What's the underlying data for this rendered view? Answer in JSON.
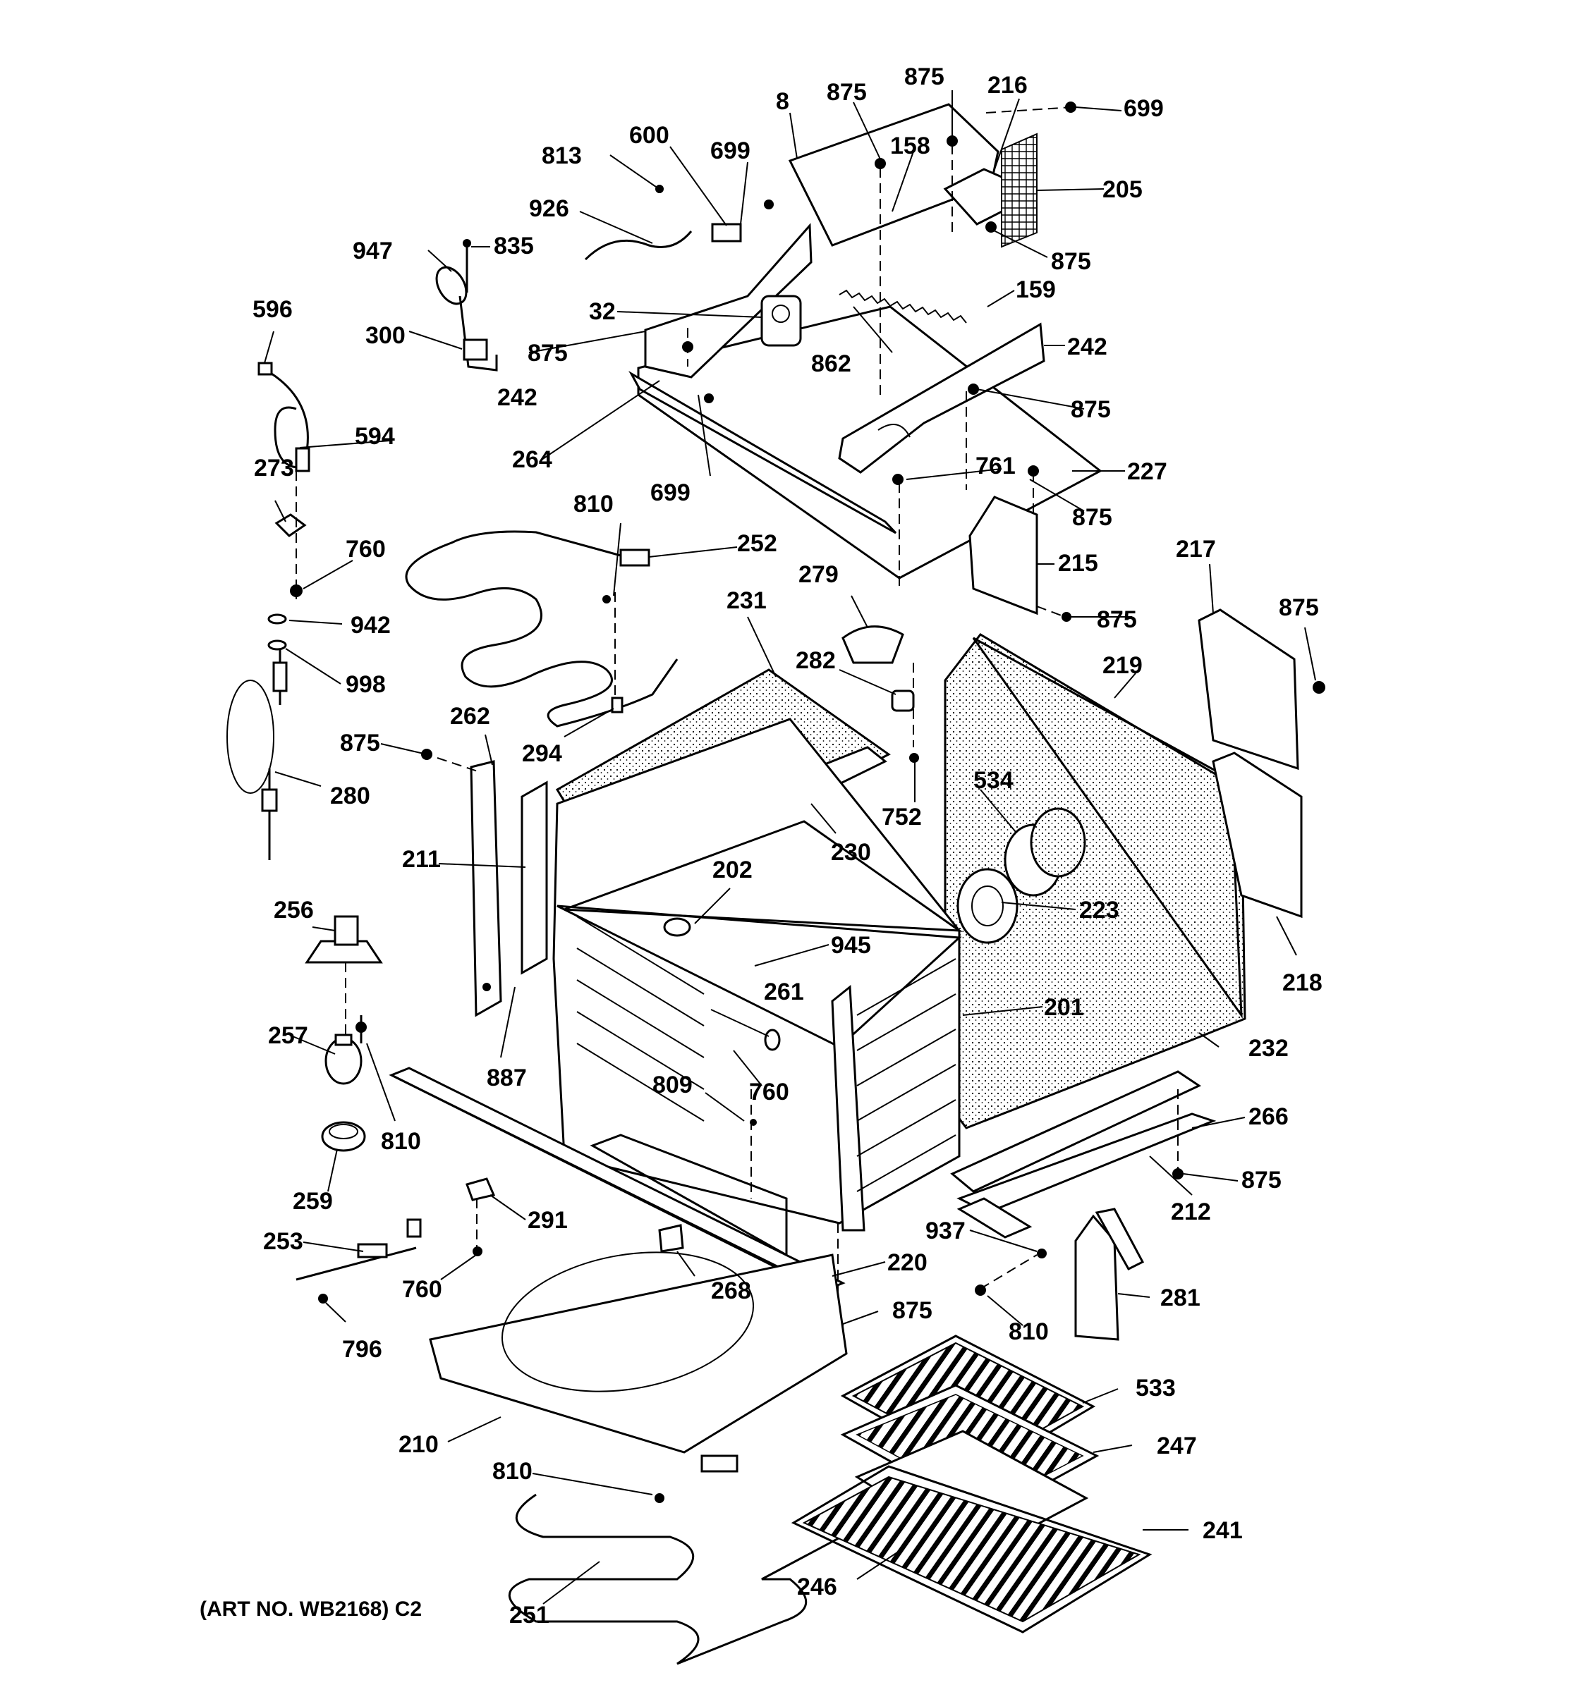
{
  "caption": "(ART NO. WB2168) C2",
  "callouts": [
    {
      "id": "c-8",
      "label": "8"
    },
    {
      "id": "c-875-a",
      "label": "875"
    },
    {
      "id": "c-875-b",
      "label": "875"
    },
    {
      "id": "c-216",
      "label": "216"
    },
    {
      "id": "c-699-a",
      "label": "699"
    },
    {
      "id": "c-600",
      "label": "600"
    },
    {
      "id": "c-699-b",
      "label": "699"
    },
    {
      "id": "c-158",
      "label": "158"
    },
    {
      "id": "c-813",
      "label": "813"
    },
    {
      "id": "c-205",
      "label": "205"
    },
    {
      "id": "c-926",
      "label": "926"
    },
    {
      "id": "c-947",
      "label": "947"
    },
    {
      "id": "c-835",
      "label": "835"
    },
    {
      "id": "c-875-c",
      "label": "875"
    },
    {
      "id": "c-159",
      "label": "159"
    },
    {
      "id": "c-596",
      "label": "596"
    },
    {
      "id": "c-32",
      "label": "32"
    },
    {
      "id": "c-300",
      "label": "300"
    },
    {
      "id": "c-242-a",
      "label": "242"
    },
    {
      "id": "c-875-d",
      "label": "875"
    },
    {
      "id": "c-862",
      "label": "862"
    },
    {
      "id": "c-242-b",
      "label": "242"
    },
    {
      "id": "c-875-e",
      "label": "875"
    },
    {
      "id": "c-594",
      "label": "594"
    },
    {
      "id": "c-264",
      "label": "264"
    },
    {
      "id": "c-761",
      "label": "761"
    },
    {
      "id": "c-227",
      "label": "227"
    },
    {
      "id": "c-273",
      "label": "273"
    },
    {
      "id": "c-699-c",
      "label": "699"
    },
    {
      "id": "c-875-f",
      "label": "875"
    },
    {
      "id": "c-810-a",
      "label": "810"
    },
    {
      "id": "c-760-a",
      "label": "760"
    },
    {
      "id": "c-252",
      "label": "252"
    },
    {
      "id": "c-217",
      "label": "217"
    },
    {
      "id": "c-215",
      "label": "215"
    },
    {
      "id": "c-279",
      "label": "279"
    },
    {
      "id": "c-231",
      "label": "231"
    },
    {
      "id": "c-875-g",
      "label": "875"
    },
    {
      "id": "c-942",
      "label": "942"
    },
    {
      "id": "c-875-h",
      "label": "875"
    },
    {
      "id": "c-219",
      "label": "219"
    },
    {
      "id": "c-282",
      "label": "282"
    },
    {
      "id": "c-998",
      "label": "998"
    },
    {
      "id": "c-262",
      "label": "262"
    },
    {
      "id": "c-294",
      "label": "294"
    },
    {
      "id": "c-875-i",
      "label": "875"
    },
    {
      "id": "c-534",
      "label": "534"
    },
    {
      "id": "c-280",
      "label": "280"
    },
    {
      "id": "c-752",
      "label": "752"
    },
    {
      "id": "c-230",
      "label": "230"
    },
    {
      "id": "c-211",
      "label": "211"
    },
    {
      "id": "c-202",
      "label": "202"
    },
    {
      "id": "c-223",
      "label": "223"
    },
    {
      "id": "c-256",
      "label": "256"
    },
    {
      "id": "c-945",
      "label": "945"
    },
    {
      "id": "c-218",
      "label": "218"
    },
    {
      "id": "c-261",
      "label": "261"
    },
    {
      "id": "c-201",
      "label": "201"
    },
    {
      "id": "c-257",
      "label": "257"
    },
    {
      "id": "c-232",
      "label": "232"
    },
    {
      "id": "c-887",
      "label": "887"
    },
    {
      "id": "c-809",
      "label": "809"
    },
    {
      "id": "c-760-b",
      "label": "760"
    },
    {
      "id": "c-266",
      "label": "266"
    },
    {
      "id": "c-810-b",
      "label": "810"
    },
    {
      "id": "c-875-j",
      "label": "875"
    },
    {
      "id": "c-259",
      "label": "259"
    },
    {
      "id": "c-212",
      "label": "212"
    },
    {
      "id": "c-291",
      "label": "291"
    },
    {
      "id": "c-253",
      "label": "253"
    },
    {
      "id": "c-937",
      "label": "937"
    },
    {
      "id": "c-220",
      "label": "220"
    },
    {
      "id": "c-760-c",
      "label": "760"
    },
    {
      "id": "c-268",
      "label": "268"
    },
    {
      "id": "c-281",
      "label": "281"
    },
    {
      "id": "c-796",
      "label": "796"
    },
    {
      "id": "c-875-k",
      "label": "875"
    },
    {
      "id": "c-810-c",
      "label": "810"
    },
    {
      "id": "c-533",
      "label": "533"
    },
    {
      "id": "c-210",
      "label": "210"
    },
    {
      "id": "c-247",
      "label": "247"
    },
    {
      "id": "c-810-d",
      "label": "810"
    },
    {
      "id": "c-241",
      "label": "241"
    },
    {
      "id": "c-246",
      "label": "246"
    },
    {
      "id": "c-251",
      "label": "251"
    }
  ]
}
